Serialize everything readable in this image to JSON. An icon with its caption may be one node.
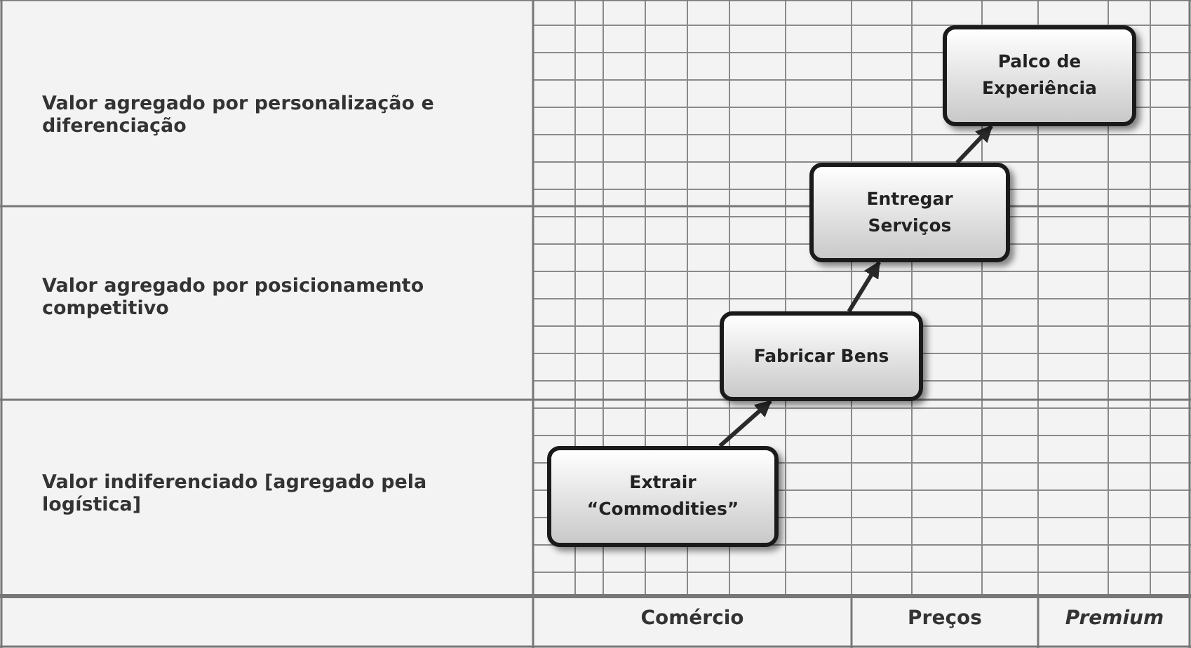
{
  "diagram": {
    "nodes": [
      {
        "text": [
          "Extrair “Commodities”"
        ]
      },
      {
        "text": [
          "Fabricar Bens"
        ]
      },
      {
        "text": [
          "Entregar Serviços"
        ]
      },
      {
        "text": [
          "Palco de Experiência"
        ]
      }
    ],
    "edges": [
      {
        "from": 0,
        "to": 1,
        "arrow": "to"
      },
      {
        "from": 1,
        "to": 2,
        "arrow": "to"
      },
      {
        "from": 2,
        "to": 3,
        "arrow": "to"
      }
    ],
    "labels": [
      "Valor agregado por personalização e diferenciação",
      "Valor agregado por posicionamento competitivo",
      "Valor indiferenciado [agregado pela logística]",
      "Comércio",
      "Preços",
      "Premium"
    ]
  }
}
